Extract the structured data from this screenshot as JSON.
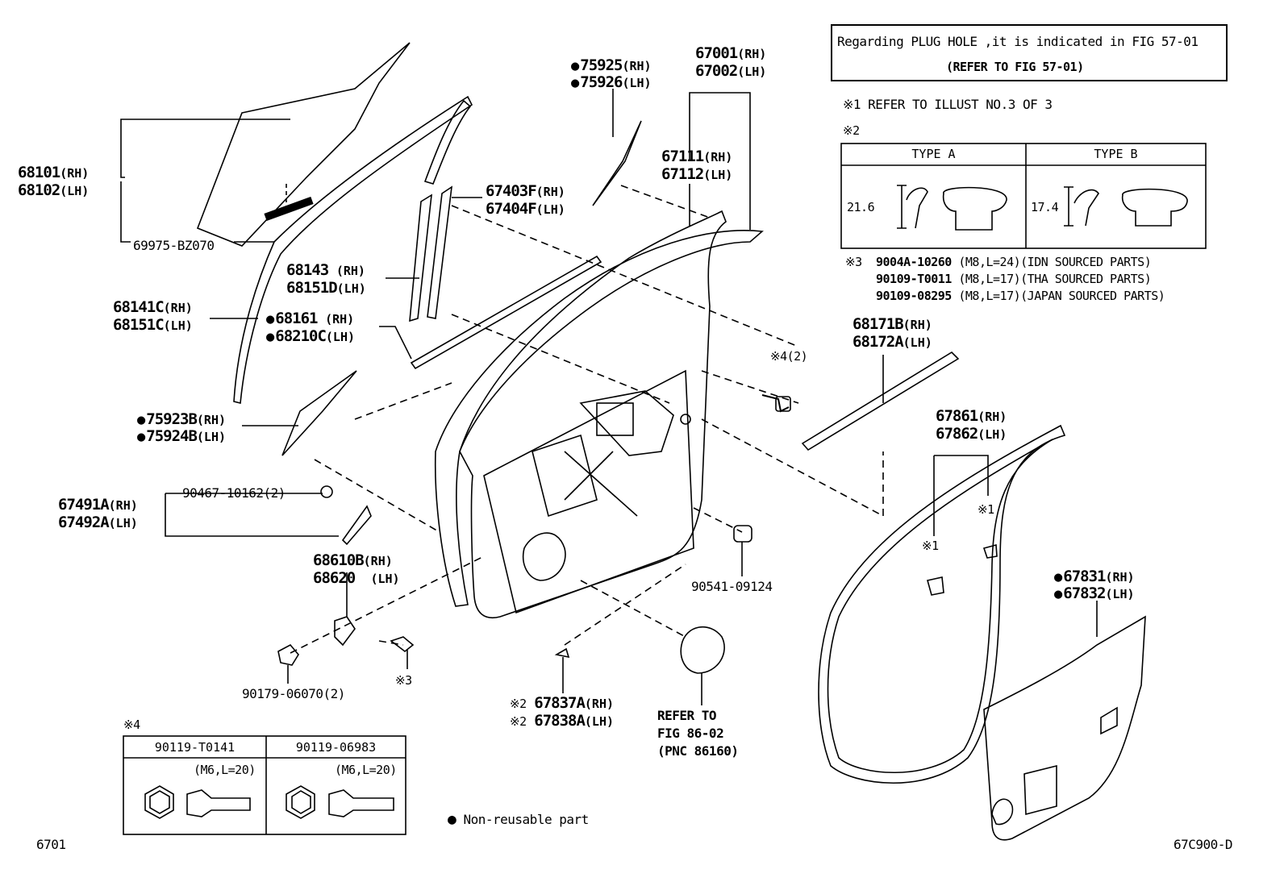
{
  "plug_hole_note": {
    "line1": "Regarding PLUG HOLE ,it is indicated in FIG 57-01",
    "line2": "(REFER TO FIG 57-01)"
  },
  "notes": {
    "note1": "※1 REFER TO ILLUST NO.3 OF 3",
    "note2_marker": "※2",
    "type_a": "TYPE A",
    "type_b": "TYPE B",
    "type_a_dim": "21.6",
    "type_b_dim": "17.4",
    "note3_marker": "※3",
    "note3_lines": [
      {
        "pn": "9004A-10260",
        "spec": "(M8,L=24)(IDN SOURCED PARTS)"
      },
      {
        "pn": "90109-T0011",
        "spec": "(M8,L=17)(THA SOURCED PARTS)"
      },
      {
        "pn": "90109-08295",
        "spec": "(M8,L=17)(JAPAN SOURCED PARTS)"
      }
    ],
    "note4_marker": "※4",
    "note4_cols": [
      {
        "pn": "90119-T0141",
        "spec": "(M6,L=20)"
      },
      {
        "pn": "90119-06983",
        "spec": "(M6,L=20)"
      }
    ]
  },
  "legend": {
    "non_reusable": "Non-reusable part"
  },
  "footer": {
    "left": "6701",
    "right": "67C900-D"
  },
  "parts": {
    "p68101": "68101",
    "p68102": "68102",
    "p69975": "69975-BZ070",
    "p68141c": "68141C",
    "p68151c": "68151C",
    "p68143": "68143",
    "p68151d": "68151D",
    "p68161": "68161",
    "p68210c": "68210C",
    "p75923b": "75923B",
    "p75924b": "75924B",
    "p67491a": "67491A",
    "p67492a": "67492A",
    "p90467": "90467-10162(2)",
    "p68610b": "68610B",
    "p68620": "68620",
    "p90179": "90179-06070(2)",
    "p75925": "75925",
    "p75926": "75926",
    "p67403f": "67403F",
    "p67404f": "67404F",
    "p67001": "67001",
    "p67002": "67002",
    "p67111": "67111",
    "p67112": "67112",
    "p90541": "90541-09124",
    "p67837a": "67837A",
    "p67838a": "67838A",
    "refer86_1": "REFER TO",
    "refer86_2": "FIG 86-02",
    "refer86_3": "(PNC 86160)",
    "p68171b": "68171B",
    "p68172a": "68172A",
    "p67861": "67861",
    "p67862": "67862",
    "p67831": "67831",
    "p67832": "67832",
    "star4_2": "※4(2)",
    "star1": "※1",
    "star2": "※2",
    "star3": "※3",
    "rh": "(RH)",
    "lh": "(LH)"
  }
}
